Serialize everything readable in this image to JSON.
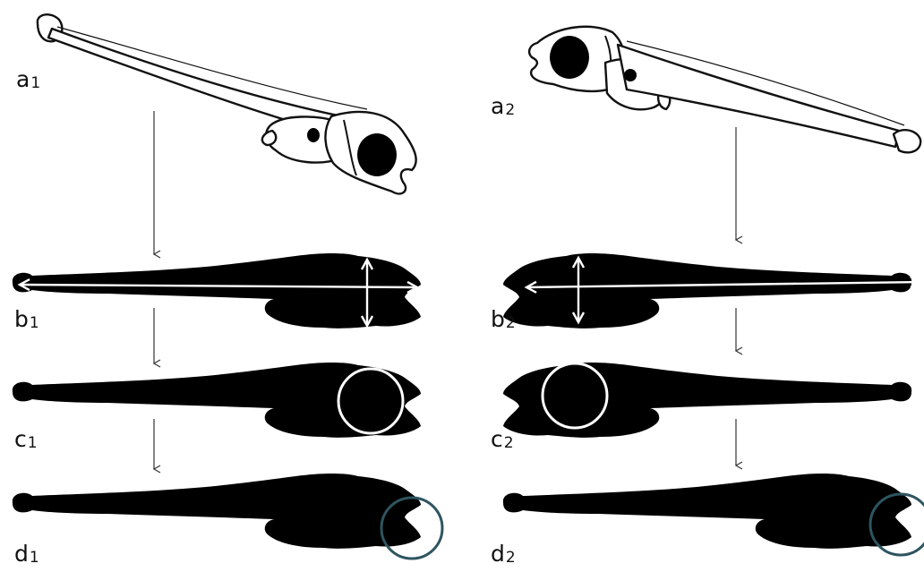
{
  "figure": {
    "labels": {
      "a1": {
        "letter": "a",
        "sub": "1"
      },
      "b1": {
        "letter": "b",
        "sub": "1"
      },
      "c1": {
        "letter": "c",
        "sub": "1"
      },
      "d1": {
        "letter": "d",
        "sub": "1"
      },
      "a2": {
        "letter": "a",
        "sub": "2"
      },
      "b2": {
        "letter": "b",
        "sub": "2"
      },
      "c2": {
        "letter": "c",
        "sub": "2"
      },
      "d2": {
        "letter": "d",
        "sub": "2"
      }
    },
    "colors": {
      "silhouette": "#000000",
      "outline": "#111111",
      "measure_lines": "#ffffff",
      "eye_circle": "#ffffff",
      "jaw_circle": "#2e5560",
      "arrows": "#333333"
    }
  }
}
